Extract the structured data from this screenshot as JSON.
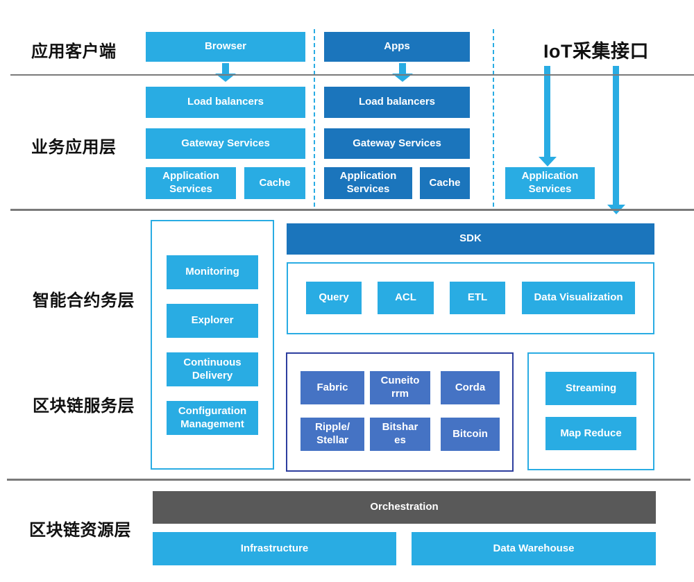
{
  "colors": {
    "light_blue": "#29ACE3",
    "dark_blue": "#1B75BC",
    "royal_blue": "#4573C4",
    "navy_border": "#2D3E9E",
    "gray_box": "#595959",
    "line_gray": "#7A7A7A",
    "label_black": "#111111"
  },
  "client_row": {
    "label": "应用客户端",
    "browser": "Browser",
    "apps": "Apps",
    "iot_label": "IoT采集接口"
  },
  "business_layer": {
    "label": "业务应用层",
    "web_stack": {
      "load_balancers": "Load balancers",
      "gateway_services": "Gateway Services",
      "application_services": "Application Services",
      "cache": "Cache"
    },
    "app_stack": {
      "load_balancers": "Load balancers",
      "gateway_services": "Gateway Services",
      "application_services": "Application Services",
      "cache": "Cache"
    },
    "iot_stack": {
      "application_services": "Application Services"
    }
  },
  "contract_layer": {
    "label": "智能合约务层",
    "ops_box": {
      "monitoring": "Monitoring",
      "explorer": "Explorer",
      "continuous_delivery": "Continuous Delivery",
      "configuration_management": "Configuration Management"
    },
    "sdk": "SDK",
    "data_tools": {
      "query": "Query",
      "acl": "ACL",
      "etl": "ETL",
      "data_visualization": "Data Visualization"
    }
  },
  "service_layer": {
    "label": "区块链服务层",
    "chains": {
      "fabric": "Fabric",
      "cuneitorrm": "Cuneito\nrrm",
      "corda": "Corda",
      "ripple_stellar": "Ripple/\nStellar",
      "bitshares": "Bitshar\nes",
      "bitcoin": "Bitcoin"
    },
    "big_data": {
      "streaming": "Streaming",
      "map_reduce": "Map Reduce"
    }
  },
  "resource_layer": {
    "label": "区块链资源层",
    "orchestration": "Orchestration",
    "infrastructure": "Infrastructure",
    "data_warehouse": "Data Warehouse"
  }
}
